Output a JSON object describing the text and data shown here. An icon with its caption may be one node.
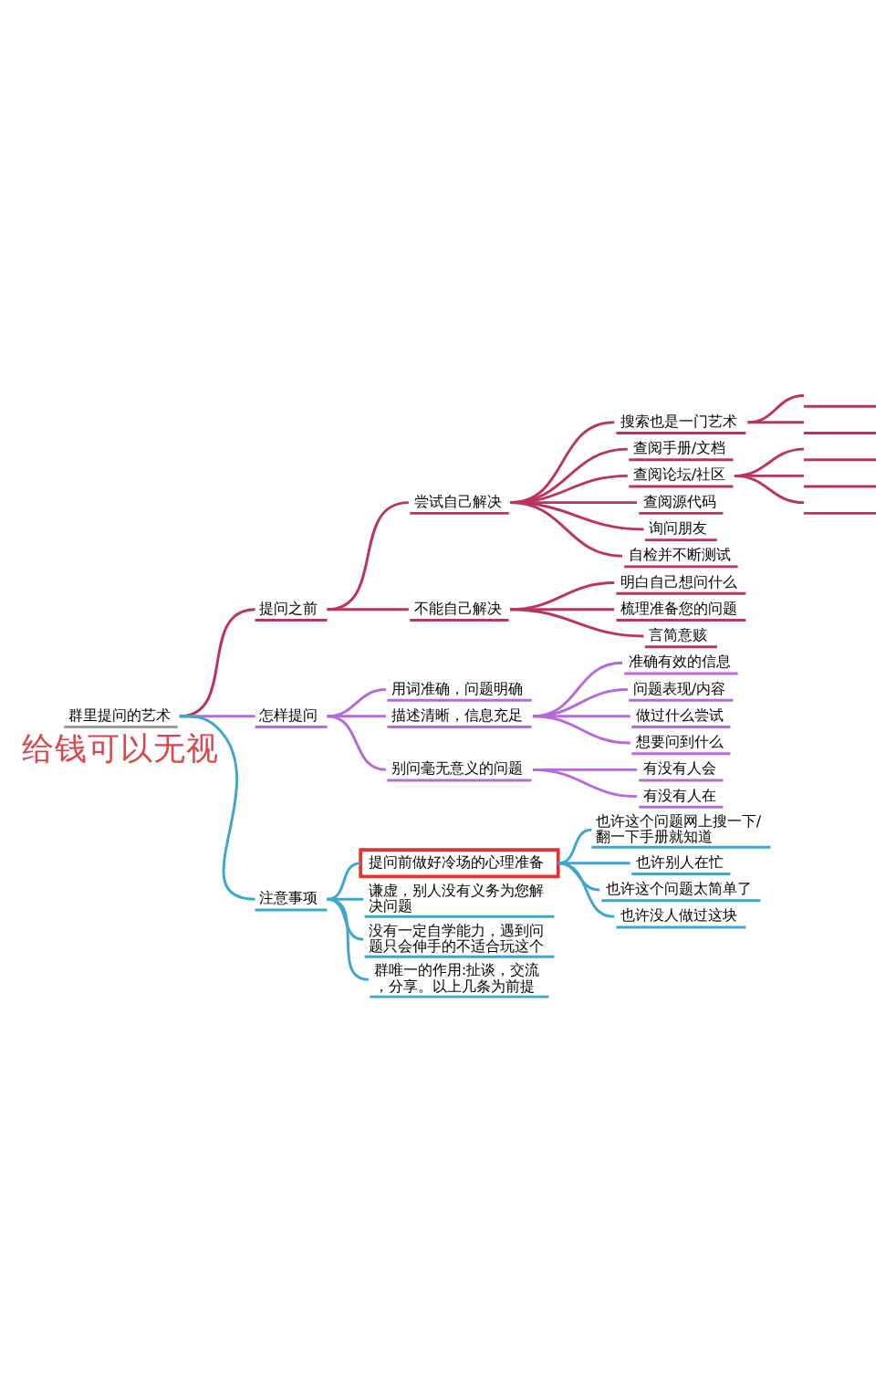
{
  "diagram": {
    "nodes": [
      {
        "text": [
          "群里提问的艺术"
        ]
      },
      {
        "text": [
          "提问之前"
        ]
      },
      {
        "text": [
          "尝试自己解决"
        ]
      },
      {
        "text": [
          "搜索也是一门艺术"
        ]
      },
      {
        "text": [],
        "shape": "underline"
      },
      {
        "text": [],
        "shape": "underline"
      },
      {
        "text": [
          "查阅手册/文档"
        ]
      },
      {
        "text": [
          "查阅论坛/社区"
        ]
      },
      {
        "text": [],
        "shape": "underline"
      },
      {
        "text": [],
        "shape": "underline"
      },
      {
        "text": [],
        "shape": "underline"
      },
      {
        "text": [
          "查阅源代码"
        ]
      },
      {
        "text": [
          "询问朋友"
        ]
      },
      {
        "text": [
          "自检并不断测试"
        ]
      },
      {
        "text": [
          "不能自己解决"
        ]
      },
      {
        "text": [
          "明白自己想问什么"
        ]
      },
      {
        "text": [
          "梳理准备您的问题"
        ]
      },
      {
        "text": [
          "言简意赅"
        ]
      },
      {
        "text": [
          "怎样提问"
        ]
      },
      {
        "text": [
          "用词准确，问题明确"
        ]
      },
      {
        "text": [
          "描述清晰，信息充足"
        ]
      },
      {
        "text": [
          "准确有效的信息"
        ]
      },
      {
        "text": [
          "问题表现/内容"
        ]
      },
      {
        "text": [
          "做过什么尝试"
        ]
      },
      {
        "text": [
          "想要问到什么"
        ]
      },
      {
        "text": [
          "别问毫无意义的问题"
        ]
      },
      {
        "text": [
          "有没有人会"
        ]
      },
      {
        "text": [
          "有没有人在"
        ]
      },
      {
        "text": [
          "注意事项"
        ]
      },
      {
        "text": [
          "提问前做好冷场的心理准备"
        ]
      },
      {
        "text": [
          "也许这个问题网上搜一下/翻一下手册就知道"
        ]
      },
      {
        "text": [
          "也许别人在忙"
        ]
      },
      {
        "text": [
          "也许这个问题太简单了"
        ]
      },
      {
        "text": [
          "也许没人做过这块"
        ]
      },
      {
        "text": [
          "谦虚，别人没有义务为您解决问题"
        ]
      },
      {
        "text": [
          "没有一定自学能力，遇到问题只会伸手的不适合玩这个"
        ]
      },
      {
        "text": [
          "群唯一的作用:扯谈，交流，分享。以上几条为前提"
        ]
      }
    ],
    "edges": [
      {
        "from": 0,
        "to": 1,
        "arrow": "none"
      },
      {
        "from": 1,
        "to": 2,
        "arrow": "none"
      },
      {
        "from": 2,
        "to": 3,
        "arrow": "none"
      },
      {
        "from": 3,
        "to": 4,
        "arrow": "none"
      },
      {
        "from": 3,
        "to": 5,
        "arrow": "none"
      },
      {
        "from": 2,
        "to": 6,
        "arrow": "none"
      },
      {
        "from": 2,
        "to": 7,
        "arrow": "none"
      },
      {
        "from": 7,
        "to": 8,
        "arrow": "none"
      },
      {
        "from": 7,
        "to": 9,
        "arrow": "none"
      },
      {
        "from": 7,
        "to": 10,
        "arrow": "none"
      },
      {
        "from": 2,
        "to": 11,
        "arrow": "none"
      },
      {
        "from": 2,
        "to": 12,
        "arrow": "none"
      },
      {
        "from": 2,
        "to": 13,
        "arrow": "none"
      },
      {
        "from": 1,
        "to": 14,
        "arrow": "none"
      },
      {
        "from": 14,
        "to": 15,
        "arrow": "none"
      },
      {
        "from": 14,
        "to": 16,
        "arrow": "none"
      },
      {
        "from": 14,
        "to": 17,
        "arrow": "none"
      },
      {
        "from": 0,
        "to": 18,
        "arrow": "none",
        "color": "#b56ad8"
      },
      {
        "from": 18,
        "to": 19,
        "arrow": "none",
        "color": "#b56ad8"
      },
      {
        "from": 18,
        "to": 20,
        "arrow": "none",
        "color": "#b56ad8"
      },
      {
        "from": 20,
        "to": 21,
        "arrow": "none",
        "color": "#b56ad8"
      },
      {
        "from": 20,
        "to": 22,
        "arrow": "none",
        "color": "#b56ad8"
      },
      {
        "from": 20,
        "to": 23,
        "arrow": "none",
        "color": "#b56ad8"
      },
      {
        "from": 20,
        "to": 24,
        "arrow": "none",
        "color": "#b56ad8"
      },
      {
        "from": 18,
        "to": 25,
        "arrow": "none",
        "color": "#b56ad8"
      },
      {
        "from": 25,
        "to": 26,
        "arrow": "none",
        "color": "#b56ad8"
      },
      {
        "from": 25,
        "to": 27,
        "arrow": "none",
        "color": "#b56ad8"
      },
      {
        "from": 0,
        "to": 28,
        "arrow": "none",
        "color": "#3fa6c8"
      },
      {
        "from": 28,
        "to": 29,
        "arrow": "none",
        "color": "#3fa6c8"
      },
      {
        "from": 29,
        "to": 30,
        "arrow": "none",
        "color": "#3fa6c8"
      },
      {
        "from": 29,
        "to": 31,
        "arrow": "none",
        "color": "#3fa6c8"
      },
      {
        "from": 29,
        "to": 32,
        "arrow": "none",
        "color": "#3fa6c8"
      },
      {
        "from": 29,
        "to": 33,
        "arrow": "none",
        "color": "#3fa6c8"
      },
      {
        "from": 28,
        "to": 34,
        "arrow": "none",
        "color": "#3fa6c8"
      },
      {
        "from": 28,
        "to": 35,
        "arrow": "none",
        "color": "#3fa6c8"
      },
      {
        "from": 28,
        "to": 36,
        "arrow": "none",
        "color": "#3fa6c8"
      }
    ],
    "labels": [
      "给钱可以无视"
    ]
  }
}
